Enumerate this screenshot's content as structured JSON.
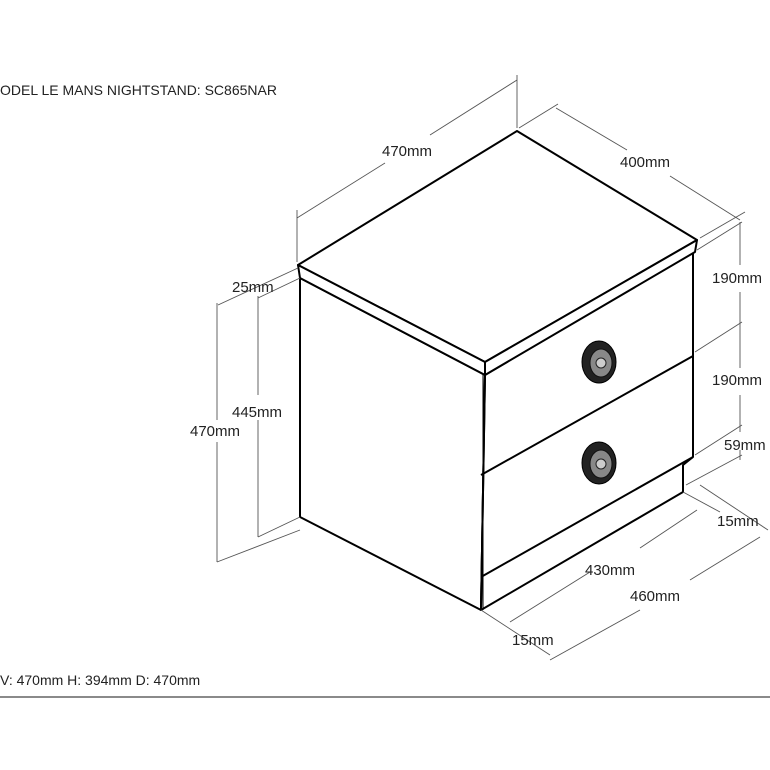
{
  "title": "ODEL LE MANS NIGHTSTAND: SC865NAR",
  "overall": "V: 470mm H: 394mm D: 470mm",
  "dimensions": {
    "top_width": "470mm",
    "top_depth": "400mm",
    "top_thickness": "25mm",
    "side_height": "445mm",
    "total_height": "470mm",
    "drawer1_height": "190mm",
    "drawer2_height": "190mm",
    "plinth_height": "59mm",
    "right_inset": "15mm",
    "inner_width": "430mm",
    "base_width": "460mm",
    "left_inset": "15mm"
  }
}
